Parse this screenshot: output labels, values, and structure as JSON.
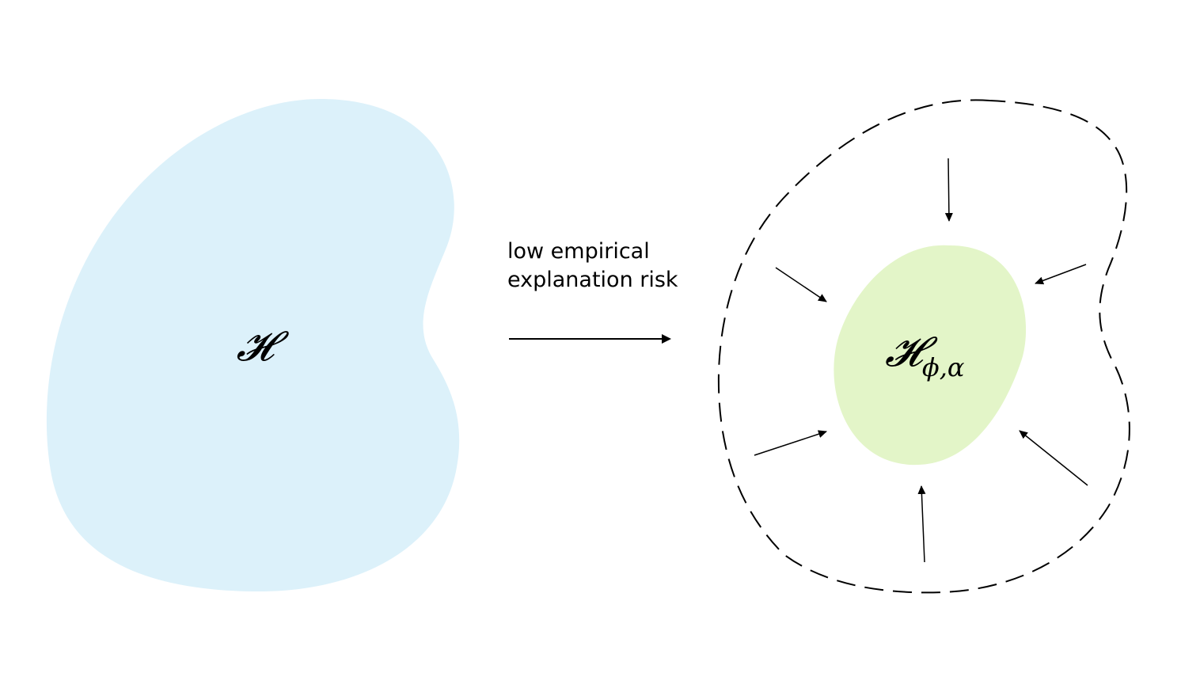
{
  "diagram": {
    "source_set": {
      "symbol": "𝓗",
      "fill": "#dcf1fa"
    },
    "transition": {
      "label_line1": "low empirical",
      "label_line2": "explanation risk"
    },
    "restricted_set": {
      "symbol": "𝓗",
      "subscript": "ϕ,α",
      "fill": "#e3f5c8",
      "outline": "dashed"
    },
    "ink_color": "#000000"
  }
}
